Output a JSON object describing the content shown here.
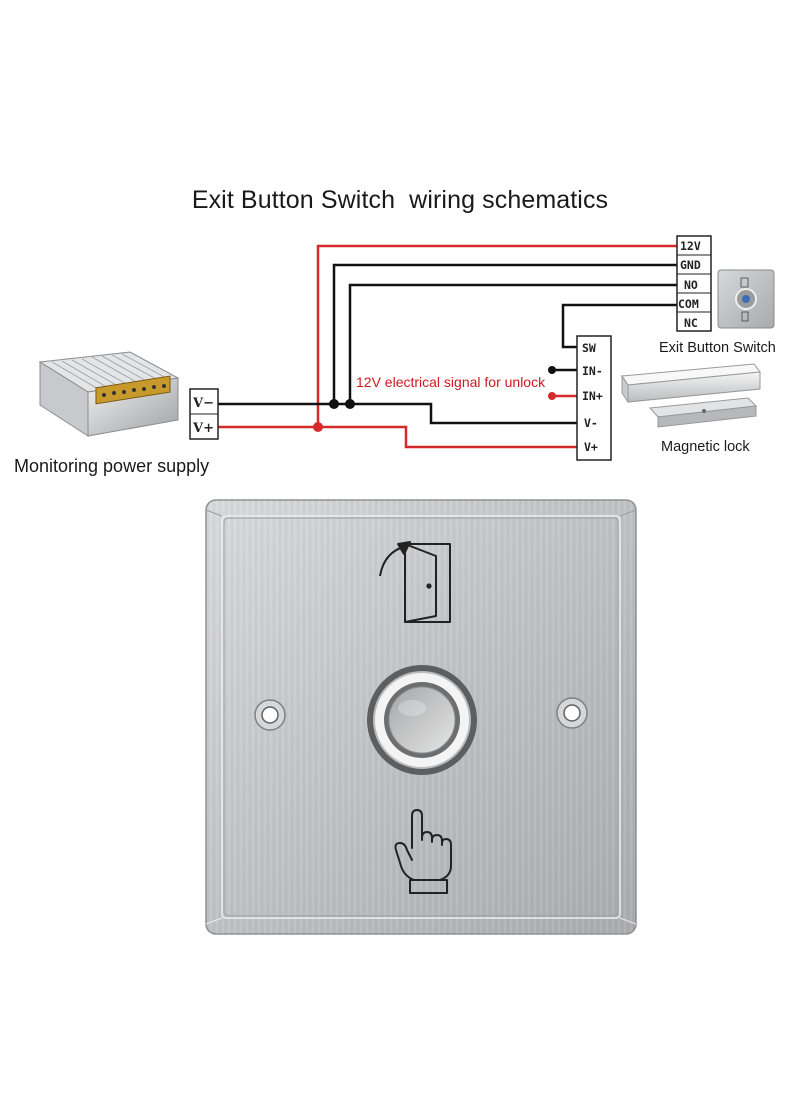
{
  "title": "Exit Button Switch  wiring schematics",
  "signal_label": "12V electrical signal for unlock",
  "captions": {
    "power_supply": "Monitoring power supply",
    "exit_button": "Exit Button Switch",
    "magnetic_lock": "Magnetic lock"
  },
  "power_supply_terminals": [
    "V−",
    "V+"
  ],
  "exit_button_terminals": [
    "12V",
    "GND",
    "NO",
    "COM",
    "NC"
  ],
  "lock_terminals": [
    "SW",
    "IN-",
    "IN+",
    "V-",
    "V+"
  ],
  "colors": {
    "red_wire": "#d42a2a",
    "black_wire": "#111111",
    "plate": "#c3c4c6"
  },
  "icons": [
    "power-supply-icon",
    "exit-button-thumbnail-icon",
    "magnetic-lock-icon",
    "door-open-icon",
    "pointing-hand-icon",
    "screw-hole-icon"
  ]
}
